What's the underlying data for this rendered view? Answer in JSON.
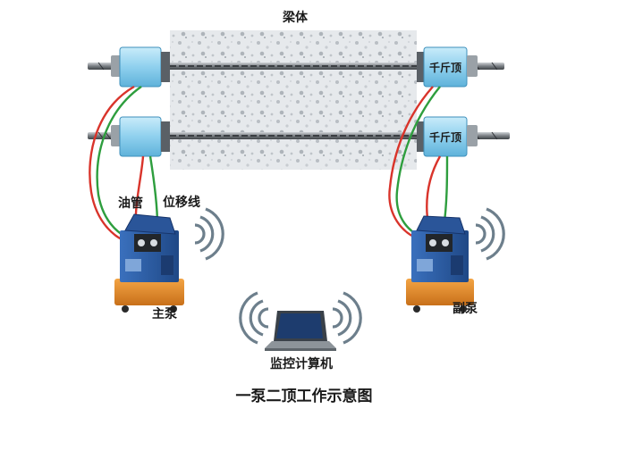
{
  "labels": {
    "beam": "梁体",
    "jack": "千斤顶",
    "oil_pipe": "油管",
    "displacement_wire": "位移线",
    "main_pump": "主泵",
    "aux_pump": "副泵",
    "computer": "监控计算机",
    "caption": "一泵二顶工作示意图"
  },
  "colors": {
    "oil_pipe": "#d9342b",
    "displacement_wire": "#2e9e3e",
    "jack_body": "#8fd0ee",
    "pump_body": "#2d5ea8",
    "pump_base": "#e8902a",
    "signal": "#6d7f8c"
  },
  "icons": {
    "pump": "hydraulic-pump-icon",
    "computer": "laptop-icon",
    "signal": "wireless-signal-icon",
    "jack": "hydraulic-jack-icon"
  }
}
